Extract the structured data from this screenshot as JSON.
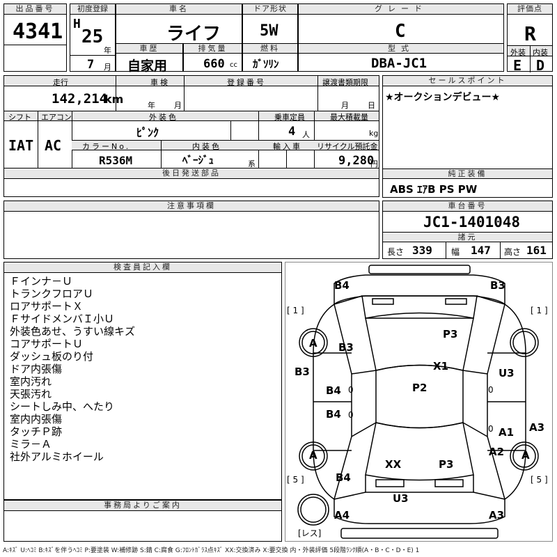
{
  "header": {
    "lot_label": "出品番号",
    "lot_no": "4341",
    "first_reg_label": "初度登録",
    "era": "H",
    "year": "25",
    "year_unit": "年",
    "month": "7",
    "month_unit": "月",
    "car_name_label": "車名",
    "car_name": "ライフ",
    "door_label": "ドア形状",
    "door": "5W",
    "grade_label": "グレード",
    "grade": "C",
    "score_label": "評価点",
    "score": "R",
    "history_label": "車歴",
    "history": "自家用",
    "displacement_label": "排気量",
    "displacement": "660",
    "displacement_unit": "cc",
    "fuel_label": "燃料",
    "fuel": "ｶﾞｿﾘﾝ",
    "model_label": "型式",
    "model": "DBA-JC1",
    "ext_label": "外装",
    "ext_grade": "E",
    "int_label": "内装",
    "int_grade": "D"
  },
  "spec": {
    "mileage_label": "走行",
    "mileage": "142,214",
    "mileage_unit": "km",
    "inspection_label": "車検",
    "inspection_year_unit": "年",
    "inspection_month_unit": "月",
    "reg_no_label": "登録番号",
    "transfer_label": "譲渡書類期限",
    "transfer_month_unit": "月",
    "transfer_day_unit": "日",
    "shift_label": "シフト",
    "shift": "IAT",
    "ac_label": "エアコン",
    "ac": "AC",
    "color_label": "外装色",
    "color": "ﾋﾟﾝｸ",
    "capacity_label": "乗車定員",
    "capacity": "4",
    "capacity_unit": "人",
    "load_label": "最大積載量",
    "load_unit": "kg",
    "color_no_label": "カラーNo.",
    "color_no": "R536M",
    "int_color_label": "内装色",
    "int_color": "ﾍﾞｰｼﾞｭ",
    "int_color_unit": "系",
    "import_label": "輸入車",
    "recycle_label": "リサイクル預託金",
    "recycle": "9,280",
    "recycle_unit": "円",
    "later_parts_label": "後日発送部品",
    "notes_label": "注意事項欄"
  },
  "right": {
    "sales_label": "セールスポイント",
    "sales": "★オークションデビュー★",
    "equip_label": "純正装備",
    "equip": "ABS ｴｱB PS PW",
    "chassis_label": "車台番号",
    "chassis": "JC1-1401048",
    "dims_label": "諸元",
    "length_label": "長さ",
    "length": "339",
    "width_label": "幅",
    "width": "147",
    "height_label": "高さ",
    "height": "161"
  },
  "inspector": {
    "label": "検査員記入欄",
    "notes": [
      "Ｆインナ－Ｕ",
      "トランクフロアＵ",
      "ロアサポートＸ",
      "ＦサイドメンバＩ小Ｕ",
      "外装色あせ、うすい線キズ",
      "コアサポートＵ",
      "ダッシュ板のり付",
      "ドア内張傷",
      "室内汚れ",
      "天張汚れ",
      "シートしみ中、へたり",
      "室内内張傷",
      "タッチＰ跡",
      "ミラ－Ａ",
      "社外アルミホイール"
    ]
  },
  "office": {
    "label": "事務局よりご案内"
  },
  "diagram": {
    "marks": [
      "B4",
      "B3",
      "B3",
      "P3",
      "X1",
      "B3",
      "U3",
      "B4",
      "P2",
      "B4",
      "A1",
      "A3",
      "A2",
      "XX",
      "P3",
      "B4",
      "U3",
      "A4",
      "A3",
      "A",
      "A",
      "A",
      "A"
    ],
    "tire_labels": [
      "[ 1 ]",
      "[ 1 ]",
      "[ 5 ]",
      "[ 5 ]"
    ],
    "spare_label": "[レス]",
    "zero_marks": [
      "0",
      "0",
      "0",
      "0"
    ]
  },
  "legend": "A:ｷｽﾞ U:ﾍｺﾐ B:ｷｽﾞを伴うﾍｺﾐ P:要塗装 W:補修跡 S:錆 C:腐食 G:ﾌﾛﾝﾄｶﾞﾗｽ点ｷｽﾞ XX:交換済み X:要交換 内・外装評価 5段階ﾗﾝｸ順(A・B・C・D・E) 1"
}
